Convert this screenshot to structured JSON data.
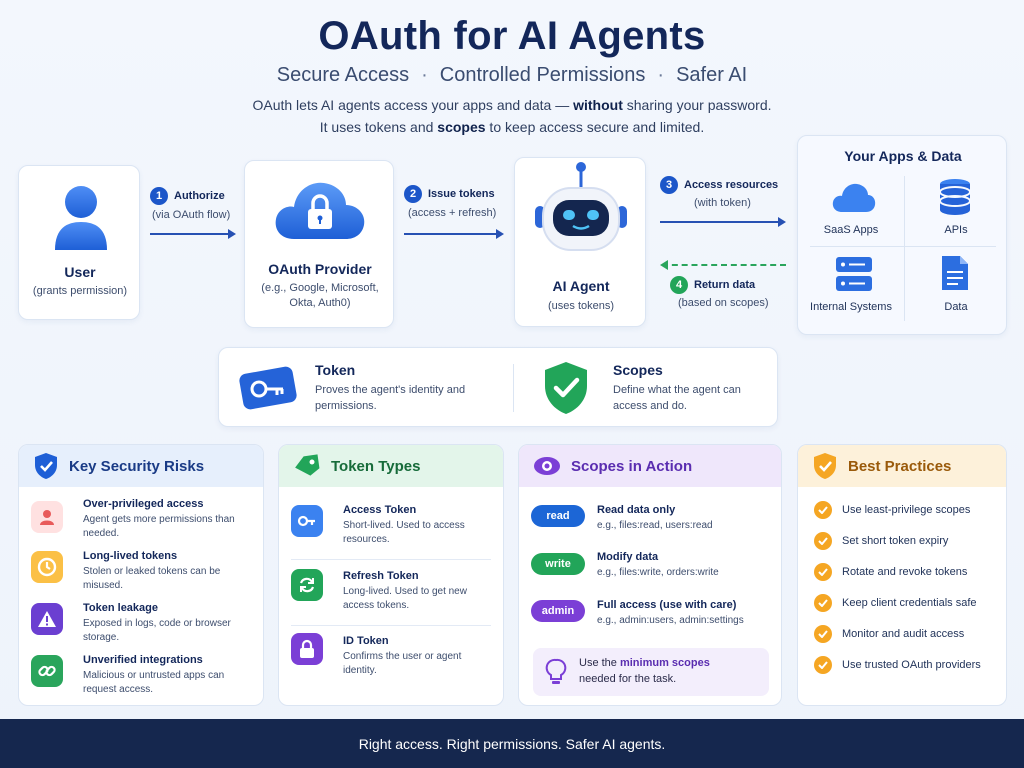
{
  "header": {
    "title": "OAuth for AI Agents",
    "subtitle": [
      "Secure Access",
      "Controlled Permissions",
      "Safer AI"
    ],
    "intro_line1_a": "OAuth lets AI agents access your apps and data — ",
    "intro_line1_b": "without",
    "intro_line1_c": " sharing your password.",
    "intro_line2_a": "It uses tokens and ",
    "intro_line2_b": "scopes",
    "intro_line2_c": " to keep access secure and limited."
  },
  "flow": {
    "user": {
      "label": "User",
      "sub": "(grants permission)"
    },
    "provider": {
      "label": "OAuth Provider",
      "sub": "(e.g., Google, Microsoft, Okta, Auth0)"
    },
    "agent": {
      "label": "AI Agent",
      "sub": "(uses tokens)"
    },
    "steps": [
      {
        "num": "1",
        "label": "Authorize",
        "sub": "(via OAuth flow)"
      },
      {
        "num": "2",
        "label": "Issue tokens",
        "sub": "(access + refresh)"
      },
      {
        "num": "3",
        "label": "Access resources",
        "sub": "(with token)"
      },
      {
        "num": "4",
        "label": "Return data",
        "sub": "(based on scopes)"
      }
    ],
    "apps": {
      "title": "Your Apps & Data",
      "items": [
        "SaaS Apps",
        "APIs",
        "Internal Systems",
        "Data"
      ]
    }
  },
  "concepts": {
    "token": {
      "title": "Token",
      "desc": "Proves the agent's identity and permissions."
    },
    "scopes": {
      "title": "Scopes",
      "desc": "Define what the agent can access and do."
    }
  },
  "risks": {
    "title": "Key Security Risks",
    "items": [
      {
        "title": "Over-privileged access",
        "desc": "Agent gets more permissions than needed."
      },
      {
        "title": "Long-lived tokens",
        "desc": "Stolen or leaked tokens can be misused."
      },
      {
        "title": "Token leakage",
        "desc": "Exposed in logs, code or browser storage."
      },
      {
        "title": "Unverified integrations",
        "desc": "Malicious or untrusted apps can request access."
      }
    ]
  },
  "token_types": {
    "title": "Token Types",
    "items": [
      {
        "title": "Access Token",
        "desc": "Short-lived. Used to access resources."
      },
      {
        "title": "Refresh Token",
        "desc": "Long-lived. Used to get new access tokens."
      },
      {
        "title": "ID Token",
        "desc": "Confirms the user or agent identity."
      }
    ]
  },
  "scopes_action": {
    "title": "Scopes in Action",
    "items": [
      {
        "pill": "read",
        "title": "Read data only",
        "desc": "e.g., files:read, users:read",
        "color": "#1c66d6"
      },
      {
        "pill": "write",
        "title": "Modify data",
        "desc": "e.g., files:write, orders:write",
        "color": "#22a559"
      },
      {
        "pill": "admin",
        "title": "Full access (use with care)",
        "desc": "e.g., admin:users, admin:settings",
        "color": "#7b3fd6"
      }
    ],
    "tip_a": "Use the ",
    "tip_b": "minimum scopes",
    "tip_c": "needed for the task."
  },
  "best_practices": {
    "title": "Best Practices",
    "items": [
      "Use least-privilege scopes",
      "Set short token expiry",
      "Rotate and revoke tokens",
      "Keep client credentials safe",
      "Monitor and audit access",
      "Use trusted OAuth providers"
    ]
  },
  "footer": "Right access. Right permissions. Safer AI agents."
}
